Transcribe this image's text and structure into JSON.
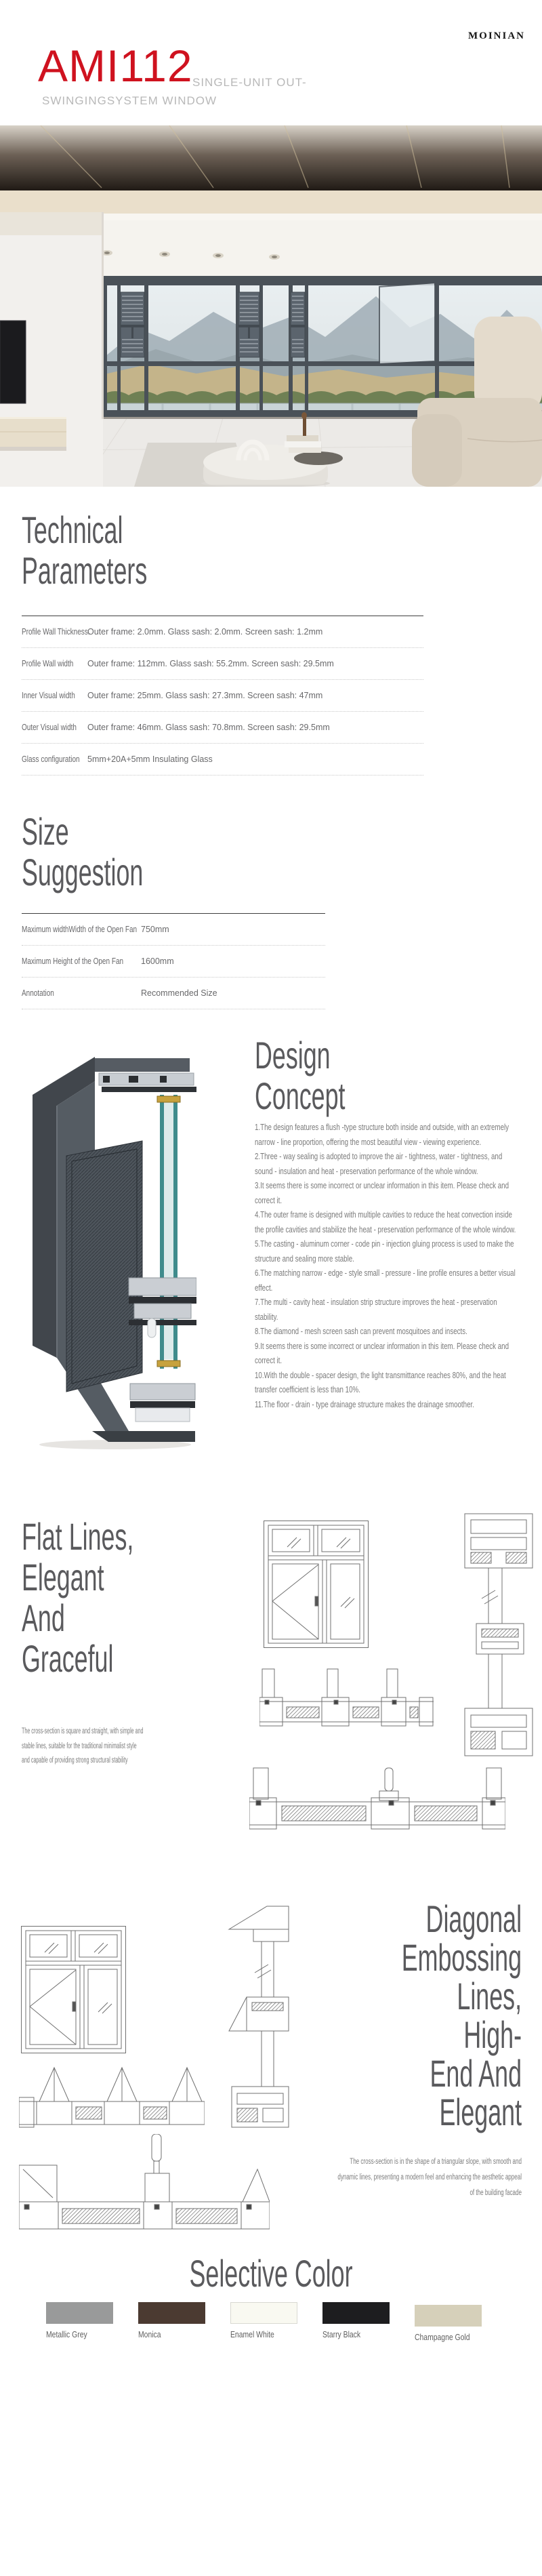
{
  "brand": {
    "logo": "MOINIAN"
  },
  "product": {
    "model": "AMI112",
    "subtitle_line1": "SINGLE-UNIT OUT-",
    "subtitle_line2": "SWINGINGSYSTEM WINDOW"
  },
  "colors": {
    "accent_red": "#cf121f",
    "heading_gray": "#5a5a5d",
    "body_gray": "#7a7a7a"
  },
  "technical_parameters": {
    "title_line1": "Technical",
    "title_line2": "Parameters",
    "rows": [
      {
        "label": "Profile Wall Thickness.",
        "value": "Outer frame: 2.0mm.  Glass sash: 2.0mm.  Screen sash: 1.2mm"
      },
      {
        "label": "Profile Wall width",
        "value": "Outer frame: 112mm.  Glass sash: 55.2mm.  Screen sash: 29.5mm"
      },
      {
        "label": "Inner Visual width",
        "value": "Outer frame: 25mm.  Glass sash: 27.3mm.  Screen sash: 47mm"
      },
      {
        "label": "Outer Visual width",
        "value": "Outer frame: 46mm.  Glass sash: 70.8mm.  Screen sash: 29.5mm"
      },
      {
        "label": "Glass configuration",
        "value": "5mm+20A+5mm  Insulating Glass"
      }
    ]
  },
  "size_suggestion": {
    "title_line1": "Size",
    "title_line2": "Suggestion",
    "rows": [
      {
        "label": "Maximum widthWidth of the Open Fan",
        "value": "750mm"
      },
      {
        "label": "Maximum Height of the Open Fan",
        "value": "1600mm"
      },
      {
        "label": "Annotation",
        "value": "Recommended Size"
      }
    ]
  },
  "design_concept": {
    "title_line1": "Design",
    "title_line2": "Concept",
    "items": [
      "1.The design features a flush -type structure both inside and  outside, with an extremely narrow - line proportion, offering the most beautiful view - viewing experience.",
      "2.Three - way sealing is adopted to improve the air - tightness, water - tightness, and sound - insulation and heat - preservation performance of the whole window.",
      "3.It seems there is some incorrect or unclear information in this item. Please check and correct it.",
      "4.The outer frame is designed with multiple cavities to reduce the heat convection inside the profile cavities and stabilize the heat - preservation performance of the whole window.",
      "5.The casting - aluminum corner - code pin - injection gluing process is used to make the structure and sealing more stable.",
      "6.The matching narrow - edge - style small - pressure - line profile ensures a better visual effect.",
      "7.The multi - cavity heat - insulation strip structure improves the heat - preservation stability.",
      "8.The diamond - mesh screen sash can prevent mosquitoes and insects.",
      "9.It seems there is some incorrect or unclear information in this item. Please check and correct it.",
      "10.With the double - spacer design, the light transmittance reaches 80%, and the heat transfer coefficient is less than 10%.",
      "11.The floor - drain - type drainage structure makes the drainage smoother."
    ]
  },
  "flat_lines": {
    "title_lines": [
      "Flat Lines,",
      "Elegant",
      "And",
      "Graceful"
    ],
    "paragraph": "The cross-section is square and straight, with simple and stable lines, suitable for the traditional minimalist style and capable of providing strong structural stability"
  },
  "diagonal": {
    "title_lines": [
      "Diagonal",
      "Embossing",
      "Lines,",
      "High-",
      "End And",
      "Elegant"
    ],
    "paragraph": "The cross-section is in the shape of a triangular slope, with smooth and dynamic lines, presenting a modern feel and enhancing the aesthetic appeal of the building facade"
  },
  "selective_color": {
    "title": "Selective Color",
    "swatches": [
      {
        "name": "Metallic Grey",
        "hex": "#999a9a"
      },
      {
        "name": "Monica",
        "hex": "#4b3a31"
      },
      {
        "name": "Enamel White",
        "hex": "#f9f9f1"
      },
      {
        "name": "Starry Black",
        "hex": "#1d1d1f"
      },
      {
        "name": "Champagne Gold",
        "hex": "#d6d0ba"
      }
    ]
  }
}
